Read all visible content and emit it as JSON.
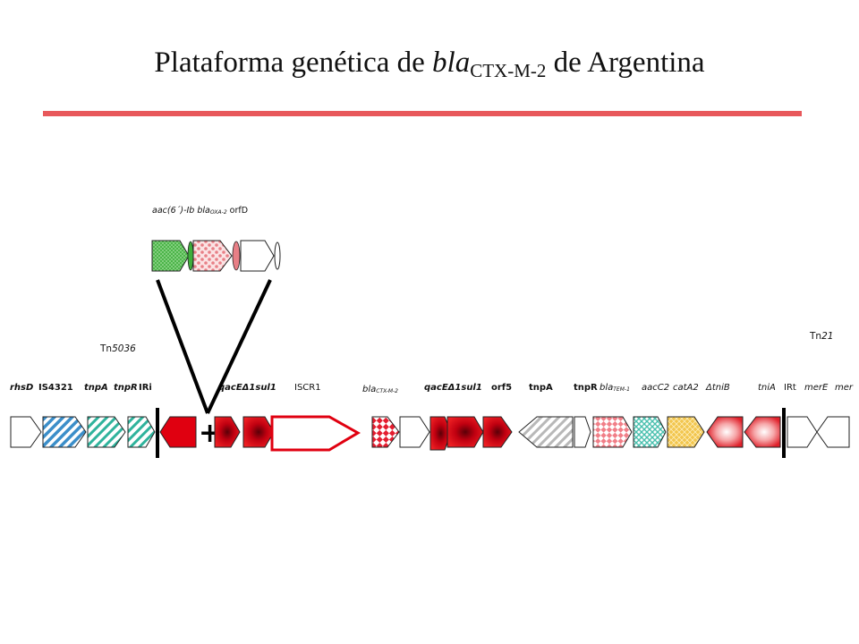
{
  "title": {
    "prefix": "Plataforma genética de ",
    "gene": "bla",
    "gene_sub": "CTX-M-2",
    "suffix": " de Argentina"
  },
  "insert": {
    "label_a": "aac(6´)-Ib",
    "label_b": "bla",
    "label_b_sub": "OXA-2",
    "label_c": "orfD"
  },
  "transposons": {
    "left_prefix": "Tn",
    "left_num": "5036",
    "right_prefix": "Tn",
    "right_num": "21"
  },
  "labels": {
    "rhsD": "rhsD",
    "is4321": "IS4321",
    "tnpA1": "tnpA",
    "tnpR1": "tnpR",
    "iri": "IRi",
    "qac1": "qacEΔ1sul1",
    "iscr1": "ISCR1",
    "ctx": "bla",
    "ctx_sub": "CTX-M-2",
    "qac2": "qacEΔ1sul1",
    "orf5": "orf5",
    "tnpA2": "tnpA",
    "tnpR2": "tnpR",
    "tem": "bla",
    "tem_sub": "TEM-1",
    "aacC2": "aacC2",
    "catA2": "catA2",
    "tniB": "ΔtniB",
    "tniA": "tniA",
    "irt": "IRt",
    "merE": "merE",
    "mer": "mer"
  },
  "colors": {
    "title_rule": "#e8585b",
    "is4321": "#3b8ec9",
    "tnp": "#2fb39c",
    "insert_green": "#3fae3c",
    "insert_pink": "#e87f86",
    "gene_red": "#e00010",
    "tnpA_grey": "#b8b8b8",
    "checker_red": "#e41d2f",
    "checker_pink": "#f17f88",
    "aacC2_teal": "#49c0ae",
    "catA2_gold": "#f2c64f"
  }
}
